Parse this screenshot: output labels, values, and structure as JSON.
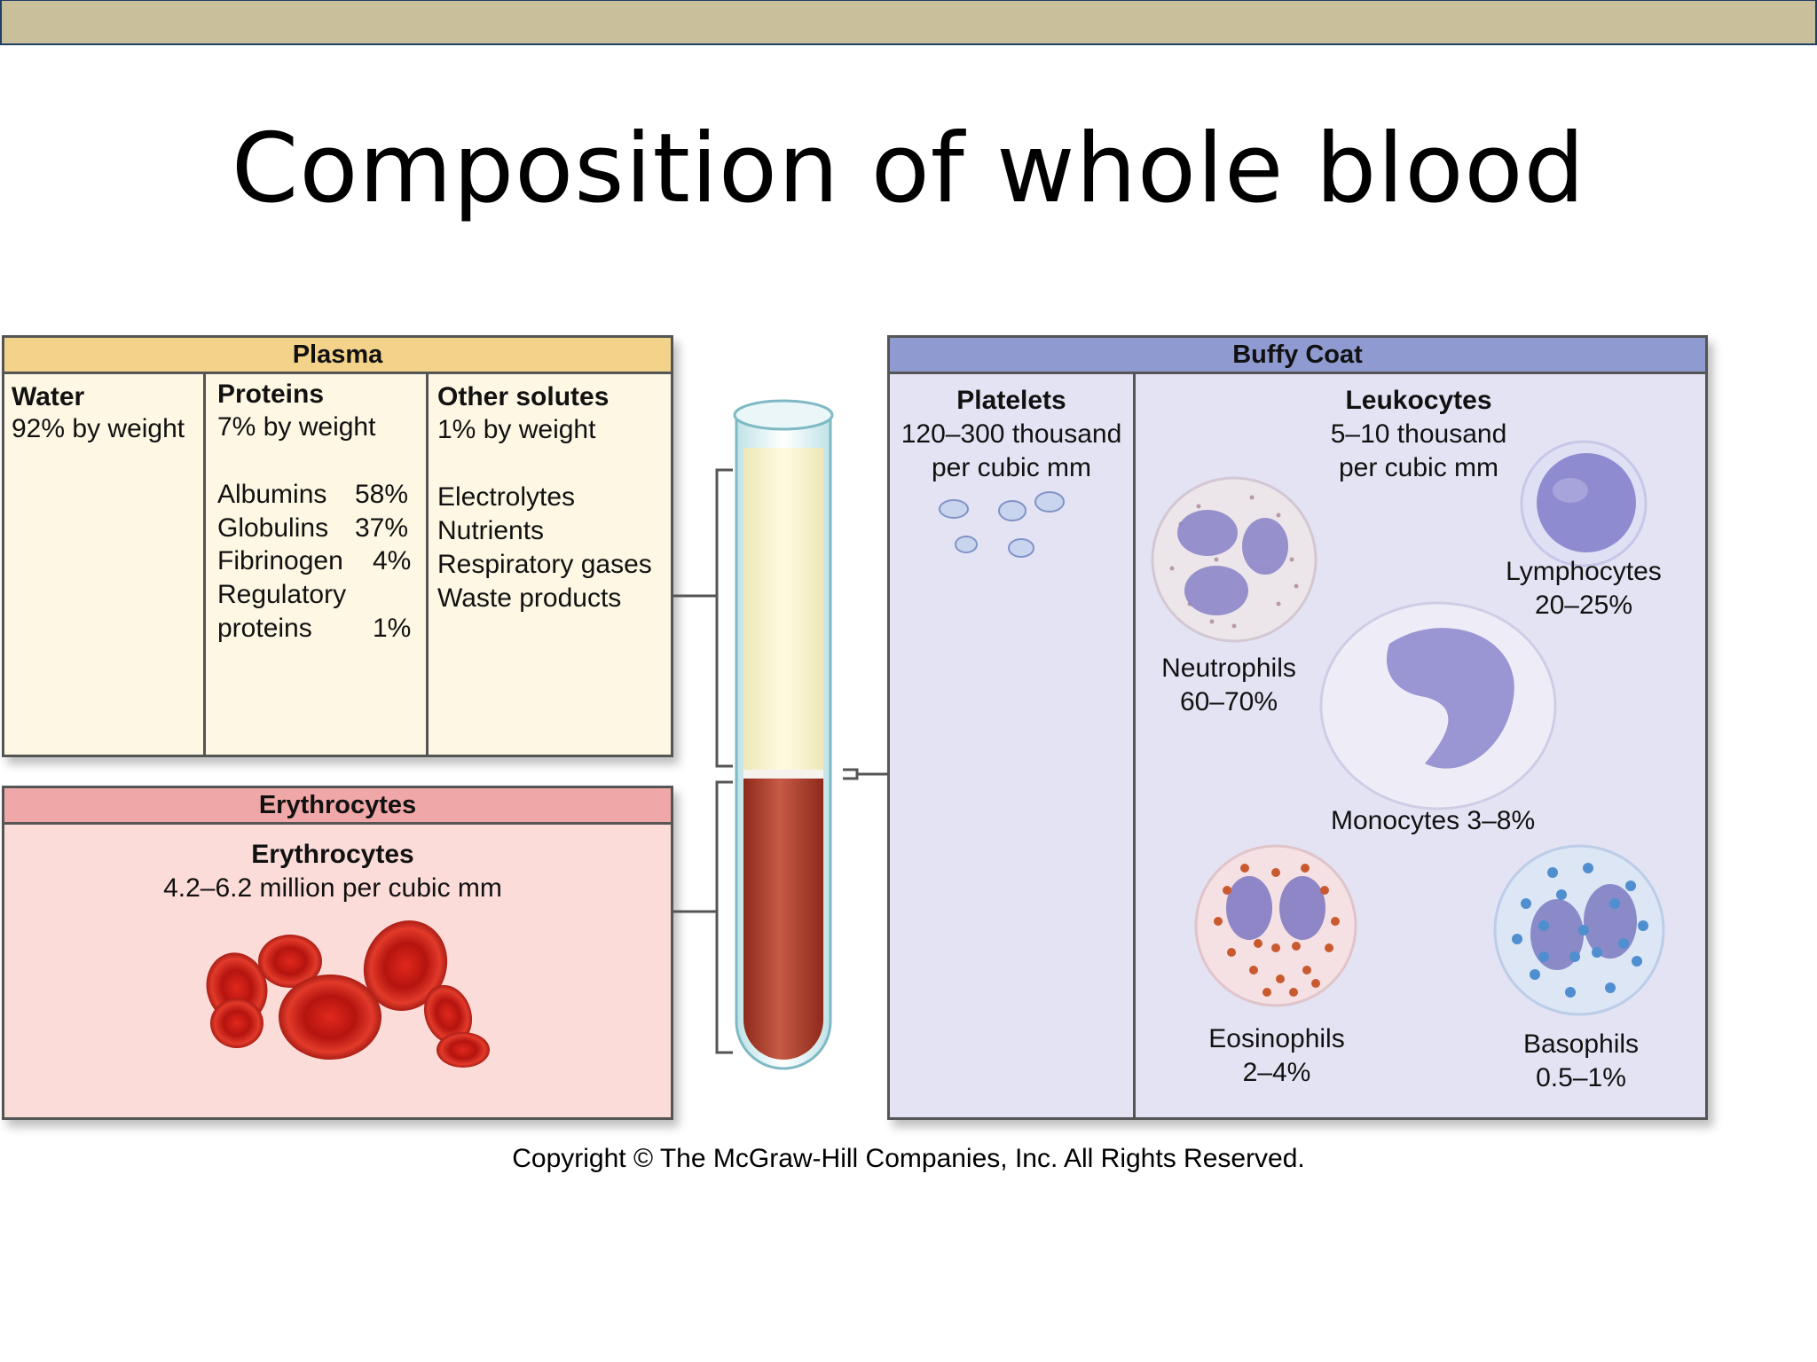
{
  "title": "Composition of whole blood",
  "plasma": {
    "header": "Plasma",
    "water": {
      "heading": "Water",
      "detail": "92% by weight"
    },
    "proteins": {
      "heading": "Proteins",
      "detail": "7% by weight",
      "items": [
        {
          "name": "Albumins",
          "percent": "58%"
        },
        {
          "name": "Globulins",
          "percent": "37%"
        },
        {
          "name": "Fibrinogen",
          "percent": "4%"
        },
        {
          "name": "Regulatory",
          "name2": "proteins",
          "percent": "1%"
        }
      ]
    },
    "other_solutes": {
      "heading": "Other solutes",
      "detail": "1% by weight",
      "items": [
        "Electrolytes",
        "Nutrients",
        "Respiratory gases",
        "Waste products"
      ]
    }
  },
  "erythrocytes_box": {
    "header": "Erythrocytes",
    "heading": "Erythrocytes",
    "count": "4.2–6.2 million per cubic mm"
  },
  "buffy_coat": {
    "header": "Buffy Coat",
    "platelets": {
      "heading": "Platelets",
      "count_line1": "120–300 thousand",
      "count_line2": "per cubic mm"
    },
    "leukocytes": {
      "heading": "Leukocytes",
      "count_line1": "5–10 thousand",
      "count_line2": "per cubic mm"
    },
    "cells": {
      "neutrophils": {
        "name": "Neutrophils",
        "percent": "60–70%"
      },
      "lymphocytes": {
        "name": "Lymphocytes",
        "percent": "20–25%"
      },
      "monocytes": {
        "label": "Monocytes 3–8%"
      },
      "eosinophils": {
        "name": "Eosinophils",
        "percent": "2–4%"
      },
      "basophils": {
        "name": "Basophils",
        "percent": "0.5–1%"
      }
    }
  },
  "copyright": "Copyright © The McGraw-Hill Companies, Inc. All Rights Reserved.",
  "colors": {
    "plasma_header": "#f3d28a",
    "plasma_body": "#fdf7e3",
    "erythrocyte_header": "#f0a7a7",
    "erythrocyte_body": "#fbdcd8",
    "buffy_header": "#8f9bd0",
    "buffy_body": "#e4e3f3",
    "blood_red": "#a83a28"
  }
}
